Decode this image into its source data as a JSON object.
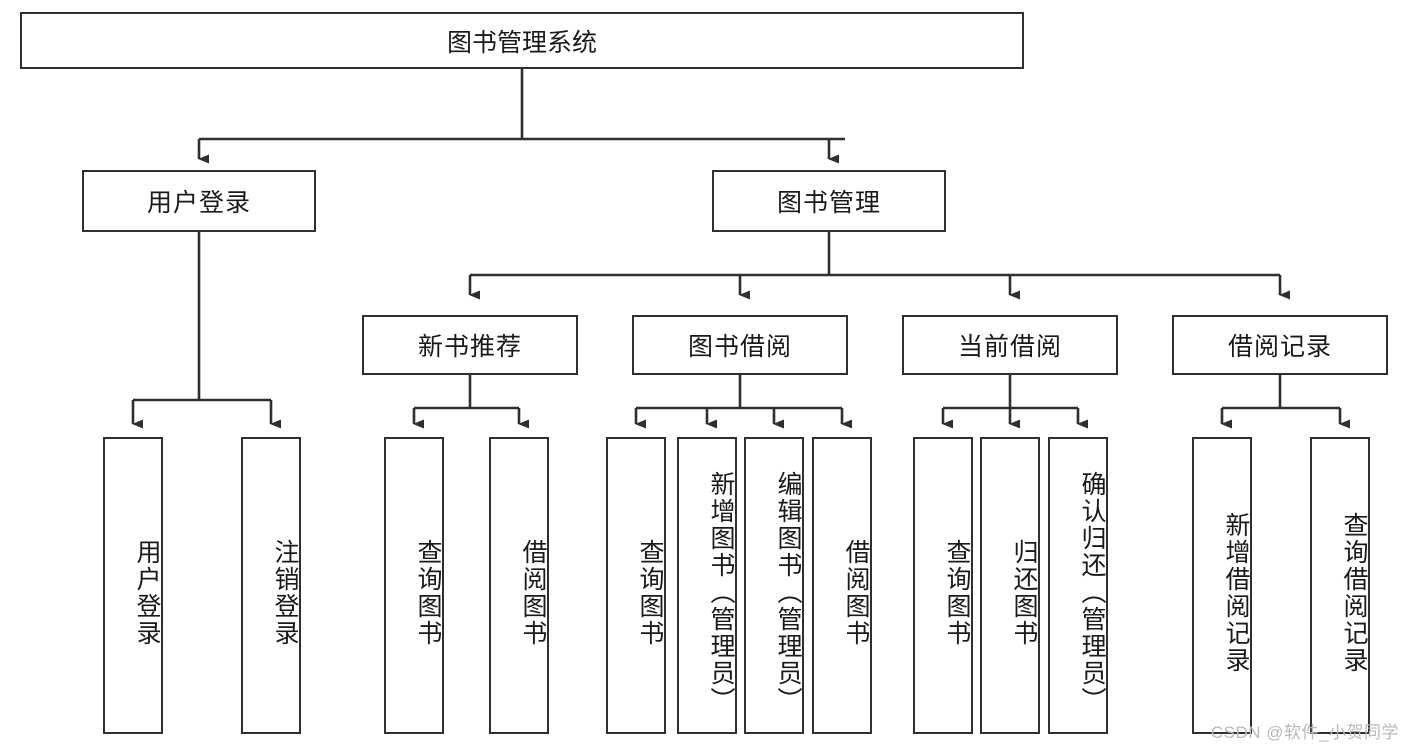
{
  "diagram": {
    "type": "tree-hierarchy-chart",
    "title": "图书管理系统",
    "watermark": "CSDN @软件_小贺同学",
    "colors": {
      "stroke": "#2f2f2f",
      "background": "#ffffff",
      "text": "#1a1a1a",
      "watermark": "#b9b9b9"
    },
    "root": {
      "label": "图书管理系统"
    },
    "level2": [
      {
        "label": "用户登录"
      },
      {
        "label": "图书管理"
      }
    ],
    "level3": [
      {
        "label": "新书推荐"
      },
      {
        "label": "图书借阅"
      },
      {
        "label": "当前借阅"
      },
      {
        "label": "借阅记录"
      }
    ],
    "leaves": {
      "user_login": [
        {
          "label": "用户登录"
        },
        {
          "label": "注销登录"
        }
      ],
      "new_book_recommend": [
        {
          "label": "查询图书"
        },
        {
          "label": "借阅图书"
        }
      ],
      "book_borrow": [
        {
          "label": "查询图书"
        },
        {
          "label": "新增图书（管理员）"
        },
        {
          "label": "编辑图书（管理员）"
        },
        {
          "label": "借阅图书"
        }
      ],
      "current_borrow": [
        {
          "label": "查询图书"
        },
        {
          "label": "归还图书"
        },
        {
          "label": "确认归还（管理员）"
        }
      ],
      "borrow_record": [
        {
          "label": "新增借阅记录"
        },
        {
          "label": "查询借阅记录"
        }
      ]
    }
  }
}
